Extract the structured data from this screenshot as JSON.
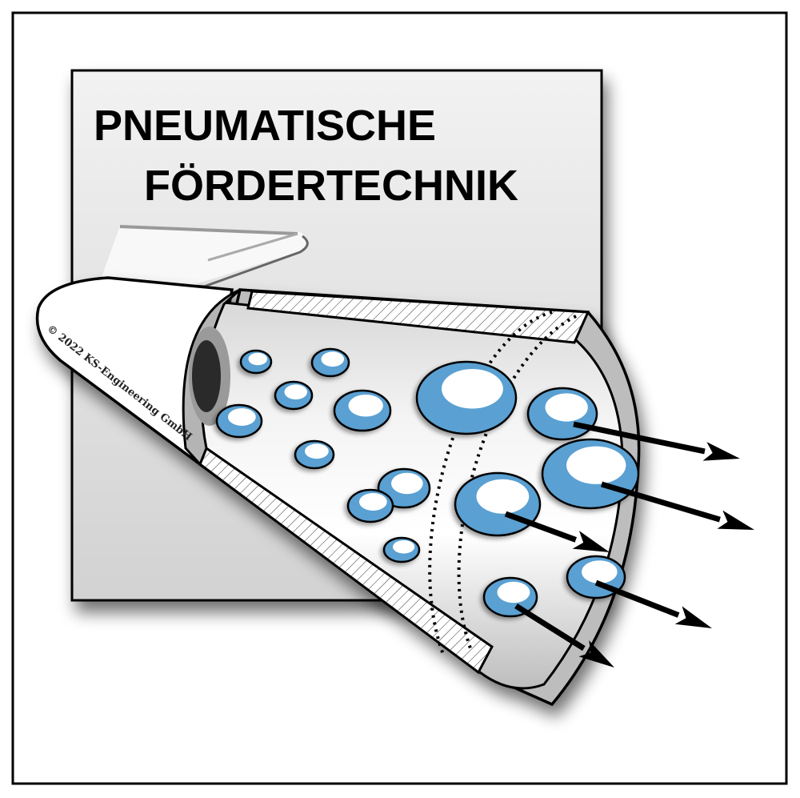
{
  "title": {
    "line1": "PNEUMATISCHE",
    "line2": "FÖRDERTECHNIK"
  },
  "copyright": "© 2022 KS-Engineering GmbH",
  "colors": {
    "bubble": "#5aa0d2",
    "panel": "#e6e6e6",
    "pipe_ring": "#b4b4b4",
    "outline": "#000000"
  },
  "icons": [
    "pipe-illustration",
    "particle-bubble",
    "flow-arrow"
  ]
}
